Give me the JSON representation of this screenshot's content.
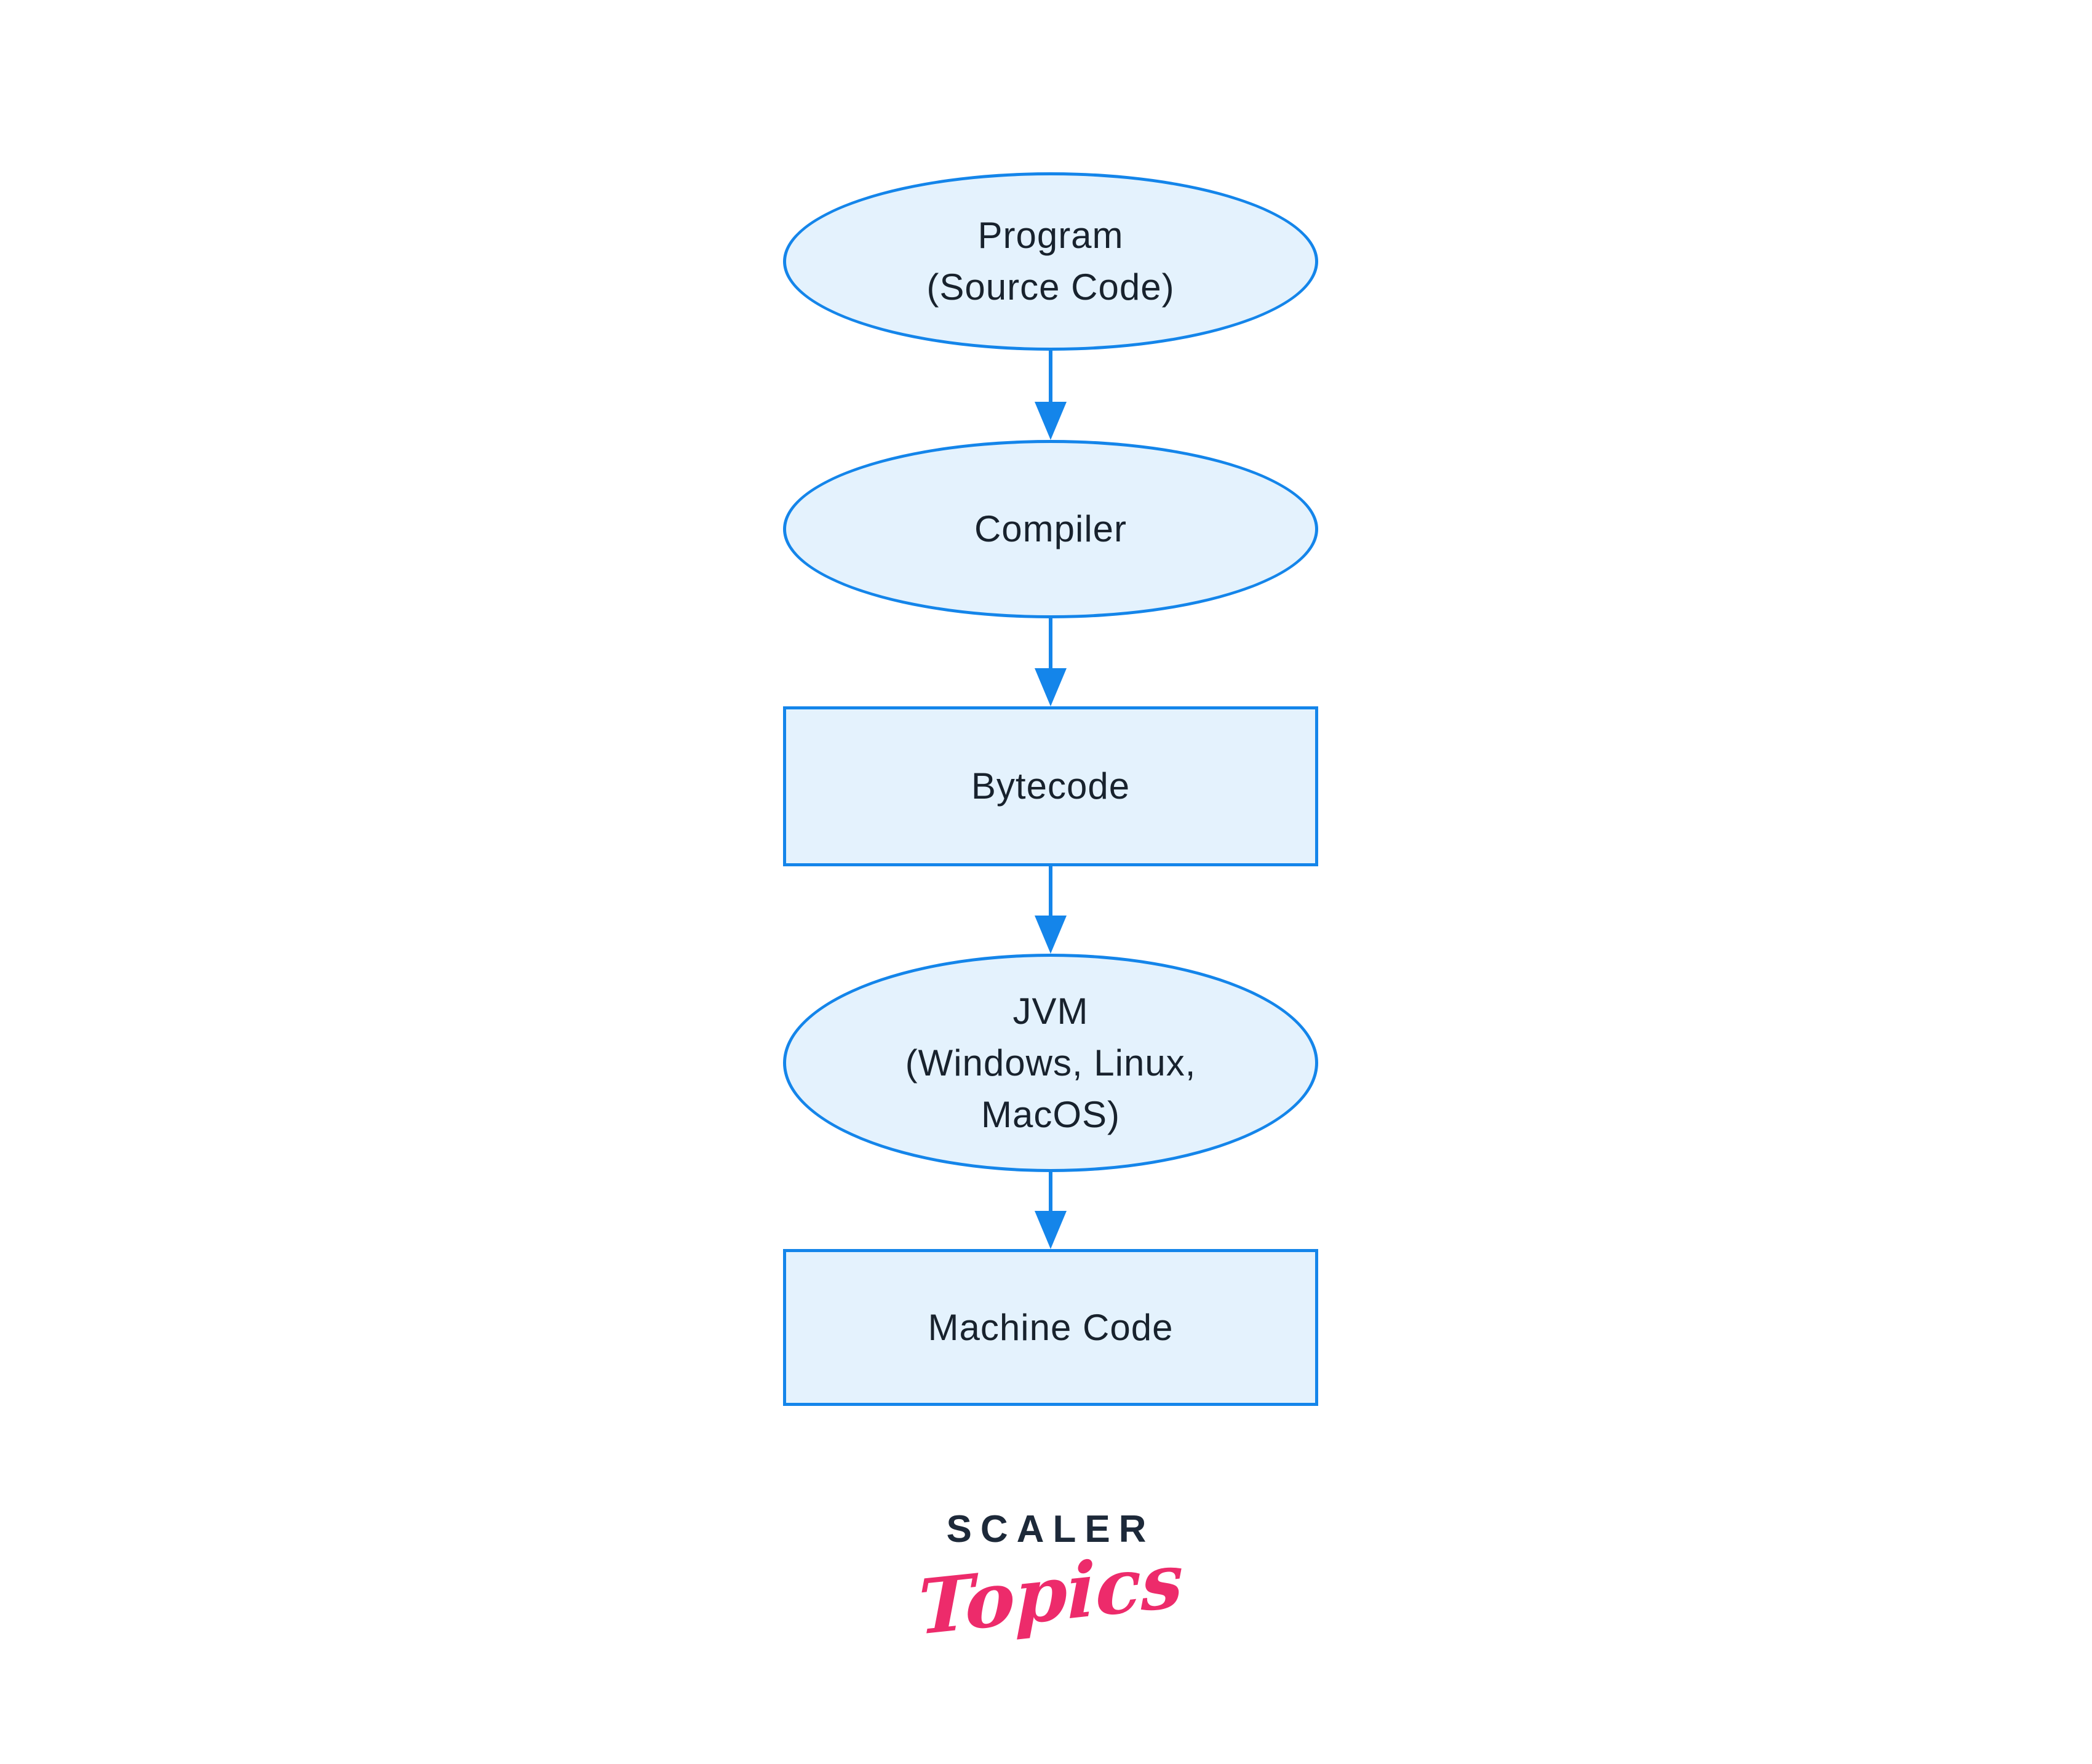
{
  "diagram": {
    "description": "Flowchart of Java program execution: source code compiled to bytecode, run by JVM to produce machine code",
    "colors": {
      "node_fill": "#e4f2fd",
      "node_stroke": "#1485ea",
      "arrow": "#1485ea",
      "text": "#18222d",
      "background": "#ffffff"
    },
    "nodes": [
      {
        "id": "program",
        "shape": "ellipse",
        "lines": [
          "Program",
          "(Source Code)"
        ]
      },
      {
        "id": "compiler",
        "shape": "ellipse",
        "lines": [
          "Compiler"
        ]
      },
      {
        "id": "bytecode",
        "shape": "rect",
        "lines": [
          "Bytecode"
        ]
      },
      {
        "id": "jvm",
        "shape": "ellipse",
        "lines": [
          "JVM",
          "(Windows, Linux,",
          "MacOS)"
        ]
      },
      {
        "id": "machine-code",
        "shape": "rect",
        "lines": [
          "Machine Code"
        ]
      }
    ],
    "edges": [
      {
        "from": "program",
        "to": "compiler"
      },
      {
        "from": "compiler",
        "to": "bytecode"
      },
      {
        "from": "bytecode",
        "to": "jvm"
      },
      {
        "from": "jvm",
        "to": "machine-code"
      }
    ]
  },
  "logo": {
    "brand": "SCALER",
    "sub": "Topics",
    "brand_color": "#1d2939",
    "sub_color": "#ed2b6b"
  }
}
